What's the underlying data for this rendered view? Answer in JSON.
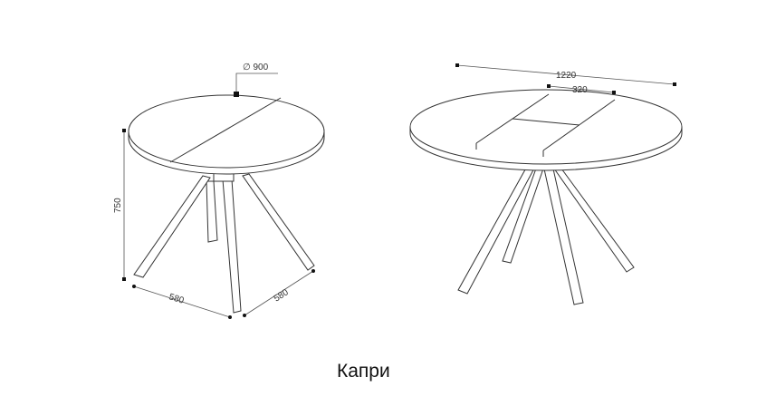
{
  "caption": "Капри",
  "compact_table": {
    "diameter_label": "∅ 900",
    "height_label": "750",
    "base_width_label": "580",
    "base_depth_label": "580"
  },
  "extended_table": {
    "length_label": "1220",
    "insert_label": "320"
  }
}
